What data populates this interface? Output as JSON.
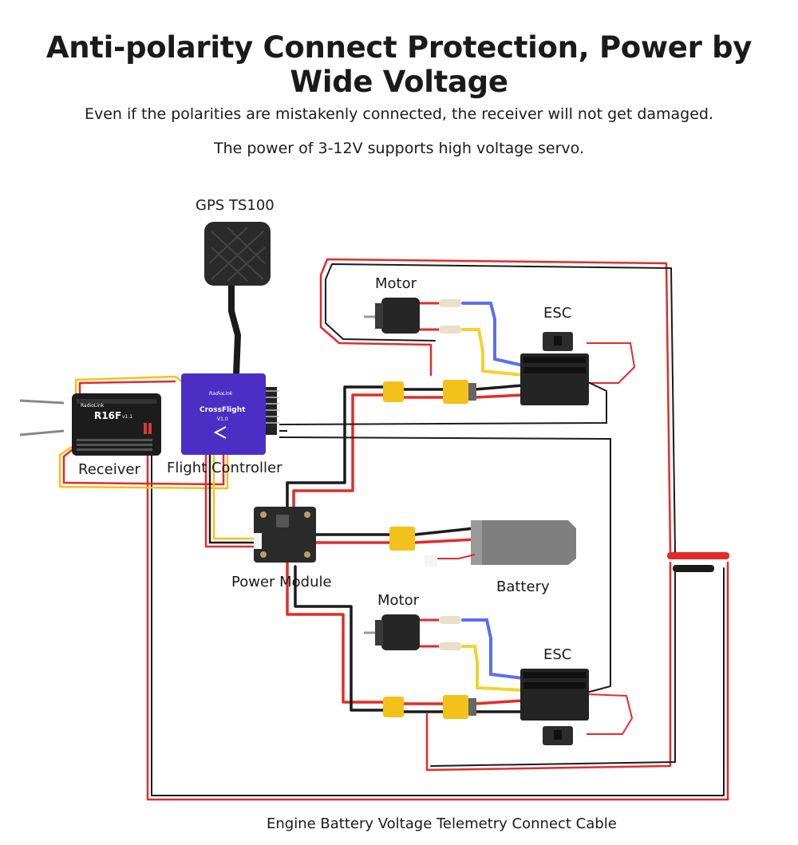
{
  "title": "Anti-polarity Connect Protection, Power by Wide Voltage",
  "subtitle_1": "Even if the polarities are mistakenly connected, the receiver will not get damaged.",
  "subtitle_2": "The power of 3-12V supports high voltage servo.",
  "labels": {
    "gps": "GPS TS100",
    "motor_top": "Motor",
    "esc_top": "ESC",
    "receiver": "Receiver",
    "flight_controller": "Flight Controller",
    "power_module": "Power Module",
    "battery": "Battery",
    "motor_bottom": "Motor",
    "esc_bottom": "ESC",
    "telemetry_cable": "Engine Battery Voltage Telemetry Connect Cable"
  },
  "receiver_face": {
    "brand": "RadioLink",
    "model": "R16F",
    "version": "v1.1"
  },
  "fc_face": {
    "brand": "RadioLink",
    "name": "CrossFlight",
    "version": "V1.0"
  },
  "colors": {
    "red": "#e32b2b",
    "black": "#1a1a1a",
    "blue": "#5a6ff0",
    "yellow": "#f2d22e",
    "connector": "#f2c21b",
    "fc_purple": "#4b2fc4"
  }
}
